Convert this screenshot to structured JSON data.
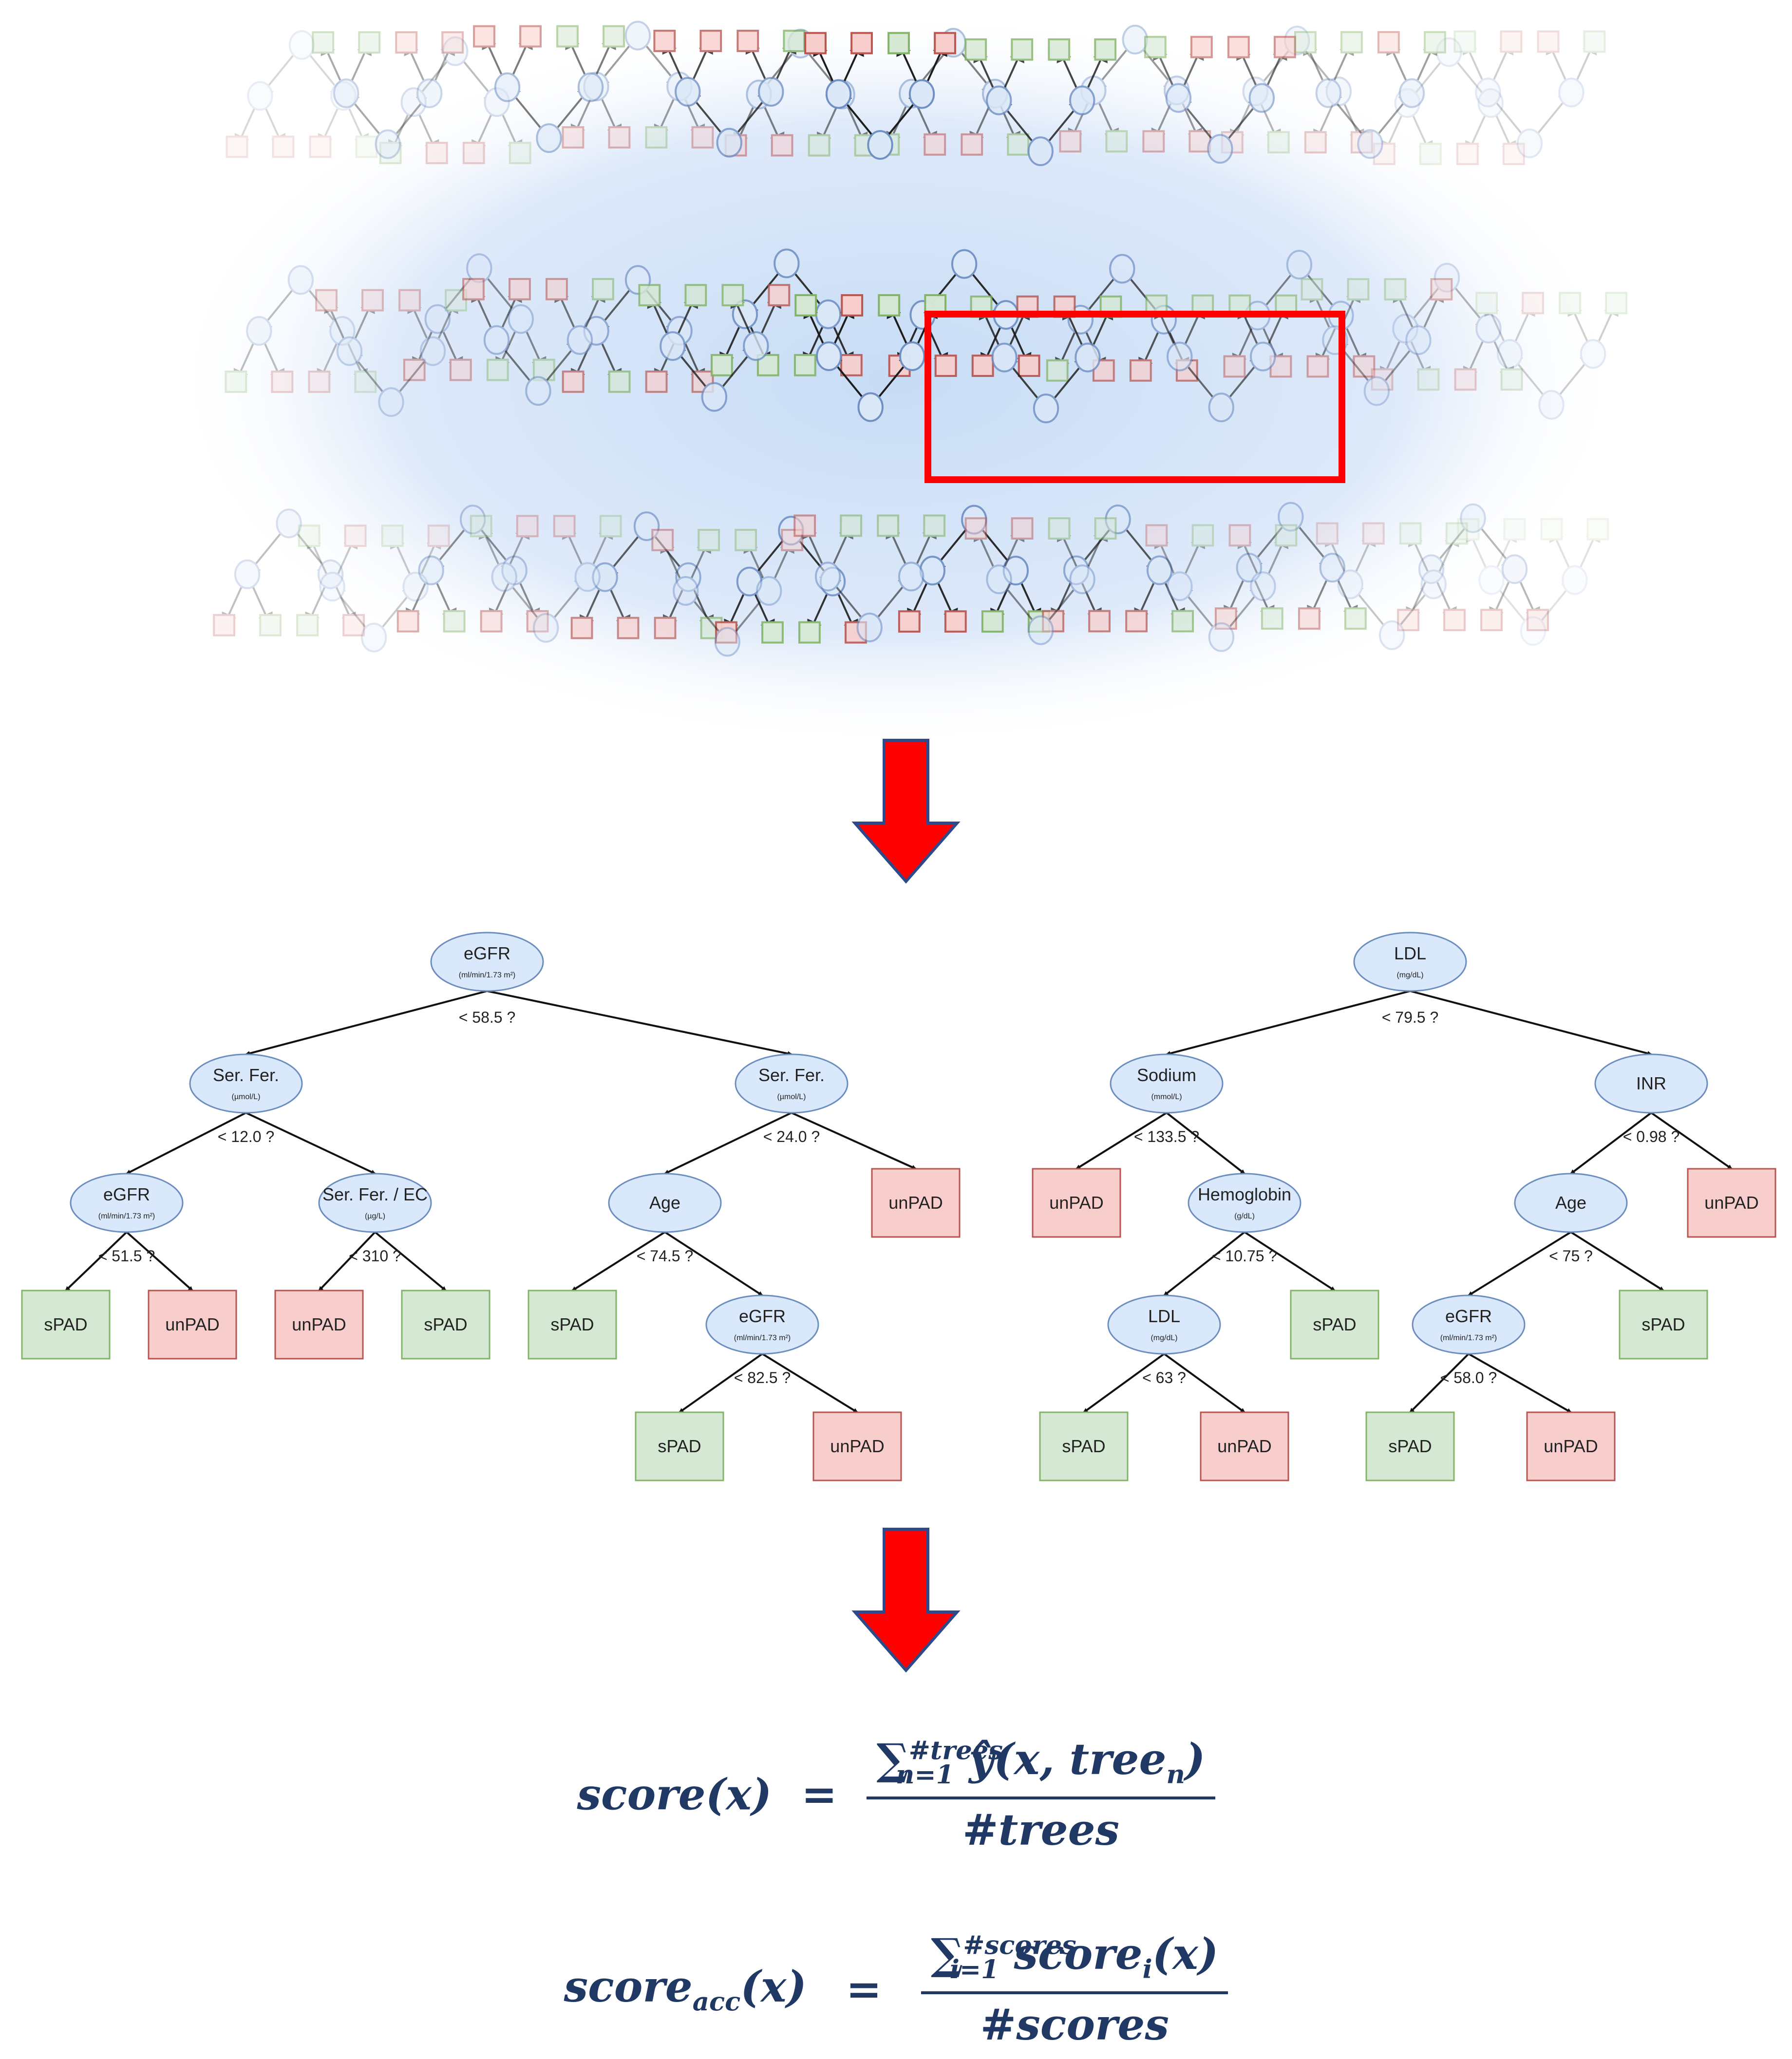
{
  "forest": {
    "highlight_color": "#ff0000",
    "node_color": "#dbe8f8",
    "leaf_spad_color": "#d5e8d4",
    "leaf_unpad_color": "#f8cecc"
  },
  "arrow_color": "#ff0000",
  "trees": [
    {
      "nodes": [
        {
          "id": "n0",
          "type": "node",
          "label": "eGFR",
          "unit": "(ml/min/1.73 m²)"
        },
        {
          "id": "n1",
          "type": "node",
          "label": "Ser. Fer.",
          "unit": "(µmol/L)"
        },
        {
          "id": "n2",
          "type": "node",
          "label": "Ser. Fer.",
          "unit": "(µmol/L)"
        },
        {
          "id": "n3",
          "type": "node",
          "label": "eGFR",
          "unit": "(ml/min/1.73 m²)"
        },
        {
          "id": "n4",
          "type": "node",
          "label": "Ser. Fer. / EC",
          "unit": "(µg/L)"
        },
        {
          "id": "n5",
          "type": "node",
          "label": "Age",
          "unit": ""
        },
        {
          "id": "l0",
          "type": "spad",
          "label": "sPAD"
        },
        {
          "id": "l1",
          "type": "unpad",
          "label": "unPAD"
        },
        {
          "id": "l2",
          "type": "unpad",
          "label": "unPAD"
        },
        {
          "id": "l3",
          "type": "spad",
          "label": "sPAD"
        },
        {
          "id": "l4",
          "type": "spad",
          "label": "sPAD"
        },
        {
          "id": "n6",
          "type": "node",
          "label": "eGFR",
          "unit": "(ml/min/1.73 m²)"
        },
        {
          "id": "l5",
          "type": "unpad",
          "label": "unPAD"
        },
        {
          "id": "l6",
          "type": "spad",
          "label": "sPAD"
        },
        {
          "id": "l7",
          "type": "unpad",
          "label": "unPAD"
        }
      ],
      "conditions": [
        {
          "id": "c0",
          "text": "< 58.5 ?"
        },
        {
          "id": "c1",
          "text": "< 12.0 ?"
        },
        {
          "id": "c2",
          "text": "< 24.0 ?"
        },
        {
          "id": "c3",
          "text": "< 51.5 ?"
        },
        {
          "id": "c4",
          "text": "< 310 ?"
        },
        {
          "id": "c5",
          "text": "< 74.5 ?"
        },
        {
          "id": "c6",
          "text": "< 82.5 ?"
        }
      ]
    },
    {
      "nodes": [
        {
          "id": "m0",
          "type": "node",
          "label": "LDL",
          "unit": "(mg/dL)"
        },
        {
          "id": "m1",
          "type": "node",
          "label": "Sodium",
          "unit": "(mmol/L)"
        },
        {
          "id": "m2",
          "type": "node",
          "label": "INR",
          "unit": ""
        },
        {
          "id": "k0",
          "type": "unpad",
          "label": "unPAD"
        },
        {
          "id": "m3",
          "type": "node",
          "label": "Hemoglobin",
          "unit": "(g/dL)"
        },
        {
          "id": "m4",
          "type": "node",
          "label": "Age",
          "unit": ""
        },
        {
          "id": "k1",
          "type": "unpad",
          "label": "unPAD"
        },
        {
          "id": "m5",
          "type": "node",
          "label": "LDL",
          "unit": "(mg/dL)"
        },
        {
          "id": "k2",
          "type": "spad",
          "label": "sPAD"
        },
        {
          "id": "m6",
          "type": "node",
          "label": "eGFR",
          "unit": "(ml/min/1.73 m²)"
        },
        {
          "id": "k3",
          "type": "spad",
          "label": "sPAD"
        },
        {
          "id": "k4",
          "type": "spad",
          "label": "sPAD"
        },
        {
          "id": "k5",
          "type": "unpad",
          "label": "unPAD"
        },
        {
          "id": "k6",
          "type": "spad",
          "label": "sPAD"
        },
        {
          "id": "k7",
          "type": "unpad",
          "label": "unPAD"
        }
      ],
      "conditions": [
        {
          "id": "d0",
          "text": "< 79.5 ?"
        },
        {
          "id": "d1",
          "text": "< 133.5 ?"
        },
        {
          "id": "d2",
          "text": "< 0.98 ?"
        },
        {
          "id": "d3",
          "text": "< 10.75 ?"
        },
        {
          "id": "d4",
          "text": "< 75 ?"
        },
        {
          "id": "d5",
          "text": "< 63 ?"
        },
        {
          "id": "d6",
          "text": "< 58.0 ?"
        }
      ]
    }
  ],
  "formula1": {
    "lhs": "score(x)",
    "eq": "=",
    "sum": "∑",
    "sum_upper": "#trees",
    "sum_lower": "n=1",
    "term": "ŷ(x, tree",
    "term_sub": "n",
    "term_close": ")",
    "denominator": "#trees"
  },
  "formula2": {
    "lhs": "score",
    "lhs_sub": "acc",
    "lhs_arg": "(x)",
    "eq": "=",
    "sum": "∑",
    "sum_upper": "#scores",
    "sum_lower": "i=1",
    "term": "score",
    "term_sub": "i",
    "term_arg": "(x)",
    "denominator": "#scores"
  }
}
